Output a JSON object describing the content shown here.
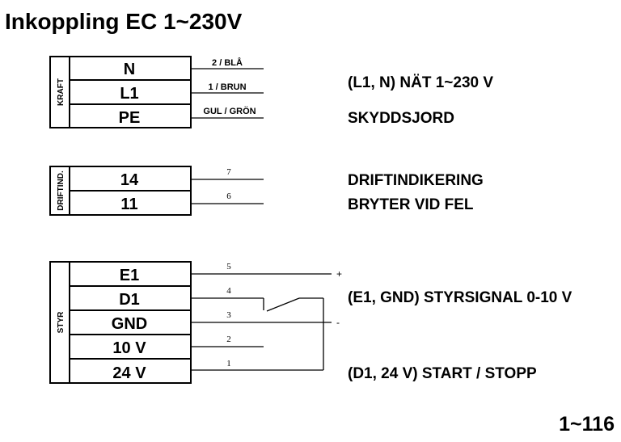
{
  "title": "Inkoppling EC 1~230V",
  "code": "1~116",
  "kraft": {
    "label": "KRAFT",
    "terminals": [
      "N",
      "L1",
      "PE"
    ],
    "wires": [
      "2 / BLÅ",
      "1 / BRUN",
      "GUL / GRÖN"
    ],
    "descriptions": [
      "(L1, N) NÄT 1~230 V",
      "SKYDDSJORD"
    ]
  },
  "driftind": {
    "label": "DRIFTIND.",
    "terminals": [
      "14",
      "11"
    ],
    "wires": [
      "7",
      "6"
    ],
    "descriptions": [
      "DRIFTINDIKERING",
      "BRYTER VID FEL"
    ]
  },
  "styr": {
    "label": "STYR",
    "terminals": [
      "E1",
      "D1",
      "GND",
      "10 V",
      "24 V"
    ],
    "wires": [
      "5",
      "4",
      "3",
      "2",
      "1"
    ],
    "plus": "+",
    "minus": "-",
    "descriptions": [
      "(E1, GND) STYRSIGNAL 0-10 V",
      "(D1, 24 V) START / STOPP"
    ]
  }
}
